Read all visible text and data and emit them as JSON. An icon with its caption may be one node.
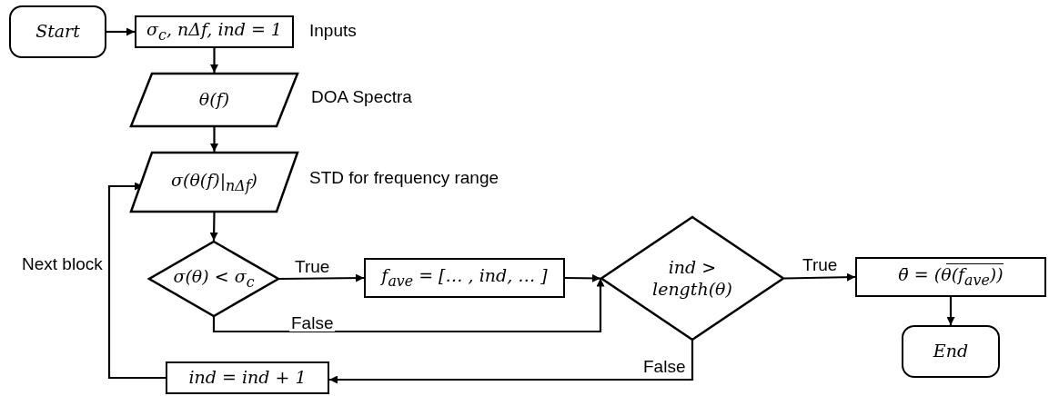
{
  "diagram": {
    "nodes": [
      {
        "text": [
          "Start"
        ]
      },
      {
        "text": [
          "σ$_{c}$, nΔf, ind = 1"
        ],
        "beside": [
          "Inputs"
        ]
      },
      {
        "text": [
          "θ(f)"
        ],
        "beside": [
          "DOA Spectra"
        ]
      },
      {
        "text": [
          "σ(θ(f)|$_{nΔf}$)"
        ],
        "beside": [
          "STD for frequency range"
        ]
      },
      {
        "text": [
          "σ(θ) < σ$_{c}$"
        ]
      },
      {
        "text": [
          "f$_{ave}$ = [… , ind, … ]"
        ]
      },
      {
        "text": [
          "ind > length(θ)"
        ]
      },
      {
        "text": [
          "θ̄ = (θ(f$_{ave}$))"
        ]
      },
      {
        "text": [
          "End"
        ]
      },
      {
        "text": [
          "ind = ind + 1"
        ]
      }
    ],
    "edges": [
      {
        "from": 0,
        "to": 1,
        "arrow": "to"
      },
      {
        "from": 1,
        "to": 2,
        "arrow": "to"
      },
      {
        "from": 2,
        "to": 3,
        "arrow": "to"
      },
      {
        "from": 3,
        "to": 4,
        "arrow": "to"
      },
      {
        "from": 4,
        "to": 5,
        "arrow": "to",
        "label": "True"
      },
      {
        "from": 4,
        "to": 6,
        "arrow": "to",
        "label": "False"
      },
      {
        "from": 5,
        "to": 6,
        "arrow": "to"
      },
      {
        "from": 6,
        "to": 7,
        "arrow": "to",
        "label": "True"
      },
      {
        "from": 7,
        "to": 8,
        "arrow": "to"
      },
      {
        "from": 6,
        "to": 9,
        "arrow": "to",
        "label": "False"
      },
      {
        "from": 9,
        "to": 3,
        "arrow": "to",
        "label": "Next block"
      }
    ]
  }
}
